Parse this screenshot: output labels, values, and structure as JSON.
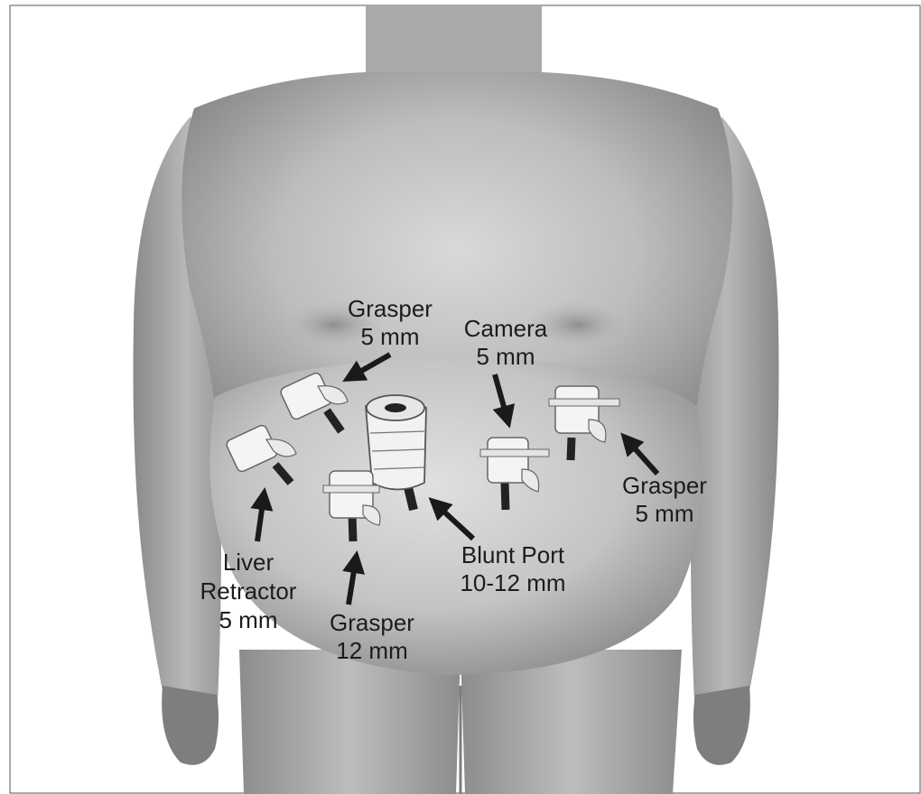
{
  "labels": {
    "grasper_upper_left": {
      "line1": "Grasper",
      "line2": "5 mm"
    },
    "camera": {
      "line1": "Camera",
      "line2": "5 mm"
    },
    "grasper_right": {
      "line1": "Grasper",
      "line2": "5 mm"
    },
    "liver_retractor": {
      "line1": "Liver",
      "line2": "Retractor",
      "line3": "5 mm"
    },
    "grasper_lower": {
      "line1": "Grasper",
      "line2": "12 mm"
    },
    "blunt_port": {
      "line1": "Blunt Port",
      "line2": "10-12 mm"
    }
  },
  "colors": {
    "skin_light": "#cfcfcf",
    "skin_mid": "#a8a8a8",
    "skin_dark": "#7c7c7c",
    "label_text": "#1c1c1c",
    "arrow": "#1a1a1a",
    "port_white": "#f4f4f4"
  }
}
